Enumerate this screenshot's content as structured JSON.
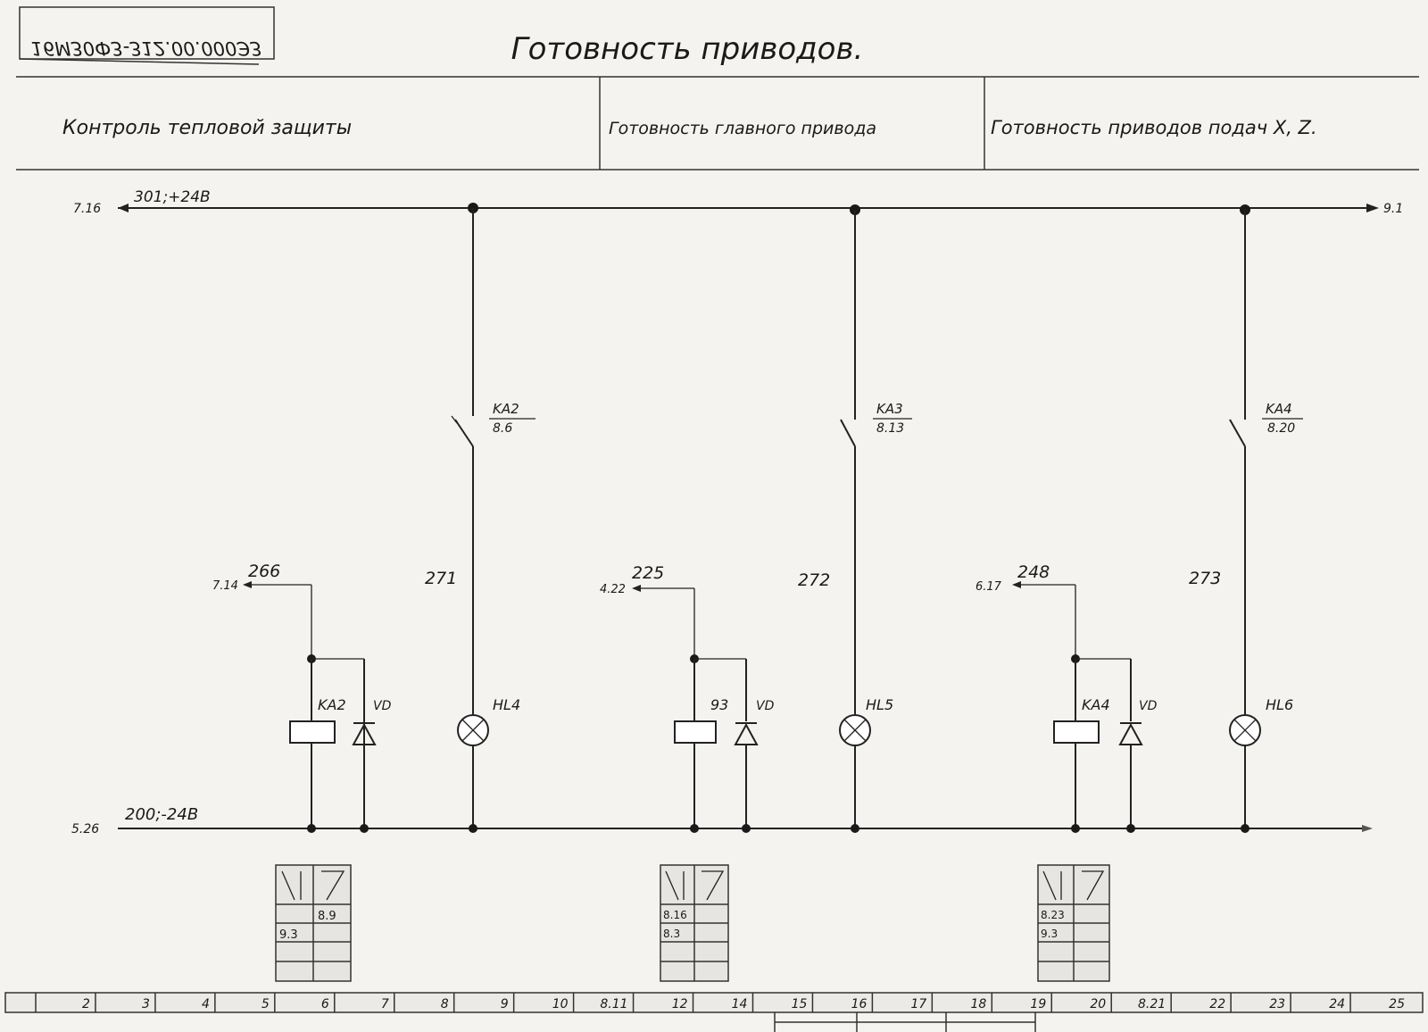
{
  "doc_code": "16М30Ф3-312.00.000Э3",
  "sheet_title": "Готовность приводов.",
  "sections": [
    "Контроль тепловой защиты",
    "Готовность главного привода",
    "Готовность приводов подач X, Z."
  ],
  "bus_top": {
    "label": "301;+24В",
    "left_ref": "7.16",
    "right_ref": "9.1"
  },
  "bus_bottom": {
    "label": "200;-24В",
    "left_ref": "5.26"
  },
  "circuits": [
    {
      "input_wire": "266",
      "input_ref": "7.14",
      "coil_label": "KA2",
      "diode_label": "VD",
      "contact_label": "KA2",
      "contact_ref": "8.6",
      "lamp_wire": "271",
      "lamp_label": "HL4",
      "table": [
        "8.9",
        "9.3"
      ]
    },
    {
      "input_wire": "225",
      "input_ref": "4.22",
      "coil_label": "93",
      "diode_label": "VD",
      "contact_label": "KA3",
      "contact_ref": "8.13",
      "lamp_wire": "272",
      "lamp_label": "HL5",
      "table": [
        "8.16",
        "8.3"
      ]
    },
    {
      "input_wire": "248",
      "input_ref": "6.17",
      "coil_label": "KA4",
      "diode_label": "VD",
      "contact_label": "KA4",
      "contact_ref": "8.20",
      "lamp_wire": "273",
      "lamp_label": "HL6",
      "table": [
        "8.23",
        "9.3"
      ]
    }
  ],
  "ruler": [
    "2",
    "3",
    "4",
    "5",
    "6",
    "7",
    "8",
    "9",
    "10",
    "8.11",
    "12",
    "14",
    "15",
    "16",
    "17",
    "18",
    "19",
    "20",
    "8.21",
    "22",
    "23",
    "24",
    "25"
  ]
}
